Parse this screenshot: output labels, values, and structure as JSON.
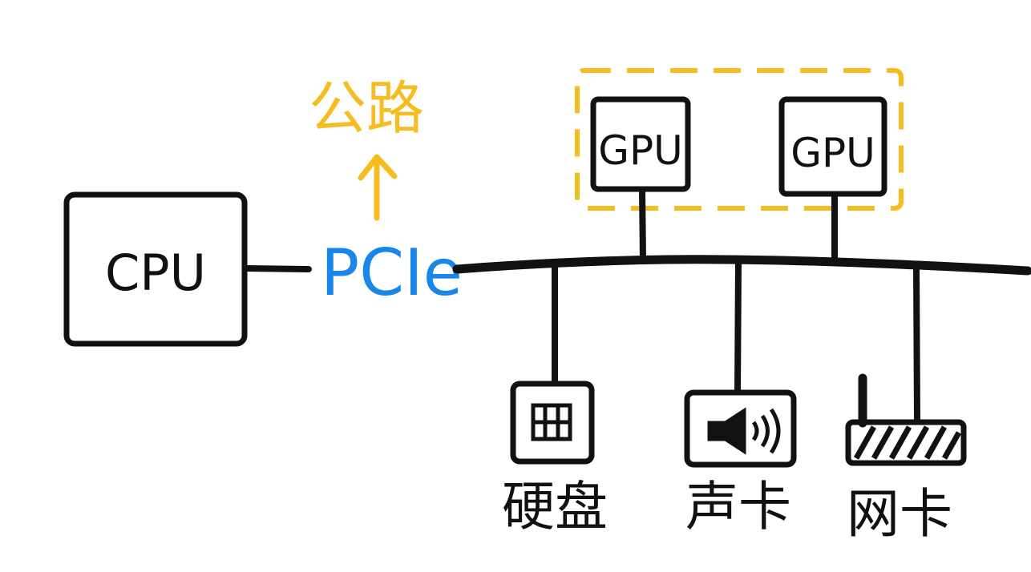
{
  "colors": {
    "ink": "#111111",
    "pcie_blue": "#1a86e8",
    "highlight_yellow": "#f5bd1f",
    "background": "#ffffff"
  },
  "nodes": {
    "cpu": {
      "label": "CPU"
    },
    "pcie": {
      "label": "PCIe"
    },
    "gpu_left": {
      "label": "GPU"
    },
    "gpu_right": {
      "label": "GPU"
    },
    "disk": {
      "label": "硬盘",
      "icon": "hard-disk-icon"
    },
    "sound": {
      "label": "声卡",
      "icon": "speaker-icon"
    },
    "network": {
      "label": "网卡",
      "icon": "router-icon"
    }
  },
  "annotation": {
    "text": "公路",
    "arrow": "up-arrow-icon"
  }
}
